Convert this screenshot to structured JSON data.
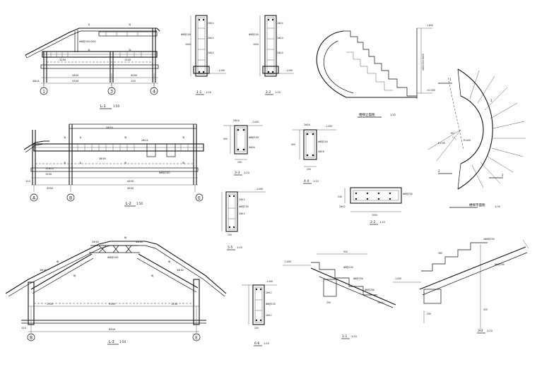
{
  "views": {
    "l1": {
      "title": "L-1",
      "scale": "1:50",
      "axes": [
        "1",
        "3",
        "4"
      ],
      "labels": [
        "1J",
        "2J",
        "1L",
        "2L",
        "1200",
        "1500",
        "2800",
        "3000",
        "3300",
        "120",
        "4Φ14",
        "Φ8@100/200"
      ]
    },
    "s11": {
      "title": "1-1",
      "scale": "1:20",
      "labels": [
        "2Φ14",
        "2Φ14",
        "2Φ14",
        "Φ8@100",
        "-1.000",
        "1000",
        "1200"
      ]
    },
    "s22": {
      "title": "2-2",
      "scale": "1:20",
      "labels": [
        "2Φ14",
        "2Φ14",
        "2Φ14",
        "Φ8@100",
        "-1.000",
        "1000",
        "1200"
      ]
    },
    "l2": {
      "title": "L-2",
      "scale": "1:50",
      "axes": [
        "A",
        "B",
        "E"
      ],
      "labels": [
        "3J",
        "1J",
        "5J",
        "5J",
        "3J",
        "1J",
        "5J",
        "5J",
        "2Φ16",
        "2Φ14",
        "3Φ16",
        "Φ8@100",
        "3900",
        "4500",
        "4200",
        "1500",
        "120",
        "12Φ12"
      ]
    },
    "s33": {
      "title": "3-3",
      "scale": "1:20",
      "labels": [
        "2Φ16",
        "4Φ16",
        "Φ8@100",
        "-1.000",
        "250",
        "500"
      ]
    },
    "s44": {
      "title": "4-4",
      "scale": "1:20",
      "labels": [
        "2Φ16",
        "4Φ16",
        "Φ8@100",
        "-1.000",
        "250",
        "500"
      ]
    },
    "s55": {
      "title": "5-5",
      "scale": "1:20",
      "labels": [
        "2Φ12",
        "2Φ12",
        "Φ8@150",
        "-1.000",
        "250"
      ]
    },
    "l3": {
      "title": "L-3",
      "scale": "1:50",
      "axes": [
        "B",
        "E"
      ],
      "labels": [
        "6J",
        "6J",
        "6J",
        "6J",
        "6J",
        "2Φ16",
        "2Φ16",
        "3Φ18",
        "3Φ18",
        "Φ8@100",
        "1500",
        "3300",
        "1500",
        "6300",
        "120"
      ]
    },
    "s66": {
      "title": "6-6",
      "scale": "1:20",
      "labels": [
        "2Φ12",
        "2Φ12",
        "Φ8@150",
        "-1.000",
        "250"
      ]
    },
    "stair_elev": {
      "title": "楼梯立面图",
      "scale": "1:30",
      "labels": [
        "1.800",
        "±0.000",
        "180×10=1800"
      ]
    },
    "stair_plan": {
      "title": "楼梯平面图",
      "scale": "1:30",
      "labels": [
        "1",
        "1",
        "2",
        "2",
        "R1700",
        "R1200",
        "60°"
      ]
    },
    "s22b": {
      "title": "2-2",
      "scale": "1:20",
      "labels": [
        "2Φ12",
        "Φ8@200",
        "1000",
        "240"
      ]
    },
    "s11b": {
      "title": "1-1",
      "scale": "1:20",
      "labels": [
        "-1.000",
        "Φ8@100",
        "Φ8@200",
        "Φ8@200",
        "1Φ14",
        "250",
        "520"
      ]
    },
    "s33b": {
      "title": "3-3",
      "scale": "1:20",
      "labels": [
        "4Φ8@200",
        "-1.000",
        "Φ8@200",
        "250",
        "520",
        "360"
      ]
    }
  }
}
